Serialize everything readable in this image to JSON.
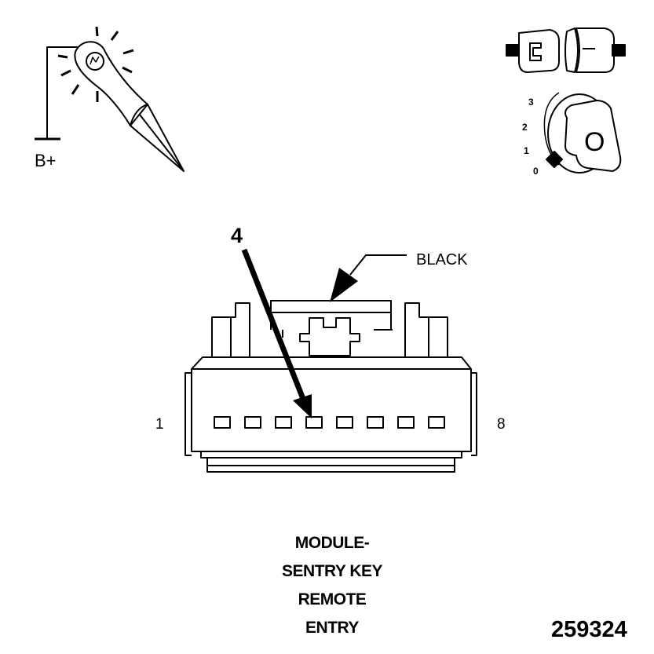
{
  "icons": {
    "probe": "test-probe-icon",
    "connector_disconnect": "disconnected-connector-icon",
    "ignition_key": "ignition-key-icon"
  },
  "labels": {
    "b_plus": "B+",
    "ignition_positions": [
      "3",
      "2",
      "1",
      "0"
    ],
    "key_letter": "O",
    "pin_first": "1",
    "pin_last": "8",
    "pin_callout": "4",
    "wire_color": "BLACK"
  },
  "title_lines": [
    "MODULE-",
    "SENTRY KEY",
    "REMOTE",
    "ENTRY"
  ],
  "figure_number": "259324",
  "connector": {
    "pin_count": 8,
    "highlighted_pin": 4
  }
}
